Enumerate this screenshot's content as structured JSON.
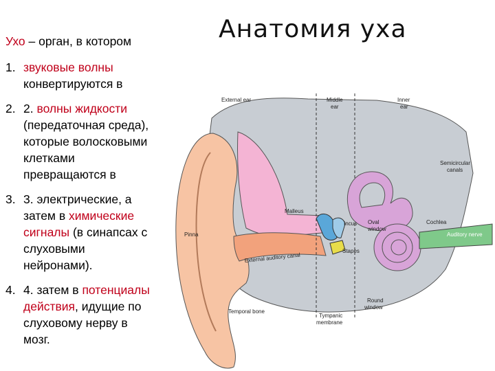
{
  "slide": {
    "title": "Анатомия уха",
    "intro": {
      "prefix": "Ухо",
      "rest": " – орган, в котором"
    },
    "items": [
      {
        "number": "1.",
        "highlight": "звуковые волны",
        "text": "конвертируются в"
      },
      {
        "number": "2.",
        "lead": "2. ",
        "highlight": "волны жидкости",
        "text": "(передаточная среда), которые волосковыми клетками превращаются в"
      },
      {
        "number": "3.",
        "lead": "3. электрические, а затем в ",
        "highlight": "химические сигналы",
        "text": " (в синапсах с слуховыми нейронами)."
      },
      {
        "number": "4.",
        "lead": "4.  затем в ",
        "highlight": "потенциалы действия",
        "text": ", идущие по слуховому нерву в мозг."
      }
    ]
  },
  "diagram": {
    "labels": {
      "external_ear": "External ear",
      "middle_ear_1": "Middle",
      "middle_ear_2": "ear",
      "inner_ear_1": "Inner",
      "inner_ear_2": "ear",
      "semicircular_1": "Semicircular",
      "semicircular_2": "canals",
      "malleus": "Malleus",
      "incus": "Incus",
      "oval_window_1": "Oval",
      "oval_window_2": "window",
      "cochlea": "Cochlea",
      "auditory_nerve": "Auditory nerve",
      "pinna": "Pinna",
      "stapes": "Stapes",
      "external_canal": "External auditory canal",
      "temporal_bone": "Temporal bone",
      "tympanic_1": "Tympanic",
      "tympanic_2": "membrane",
      "round_window_1": "Round",
      "round_window_2": "window"
    },
    "colors": {
      "skin": "#f7c4a4",
      "bone": "#c8cdd3",
      "canal": "#f4b4d4",
      "cochlea": "#d8a4d8",
      "nerve": "#7fc98a",
      "ossicle": "#5aa7d9",
      "stapes": "#e8dc4a"
    }
  }
}
